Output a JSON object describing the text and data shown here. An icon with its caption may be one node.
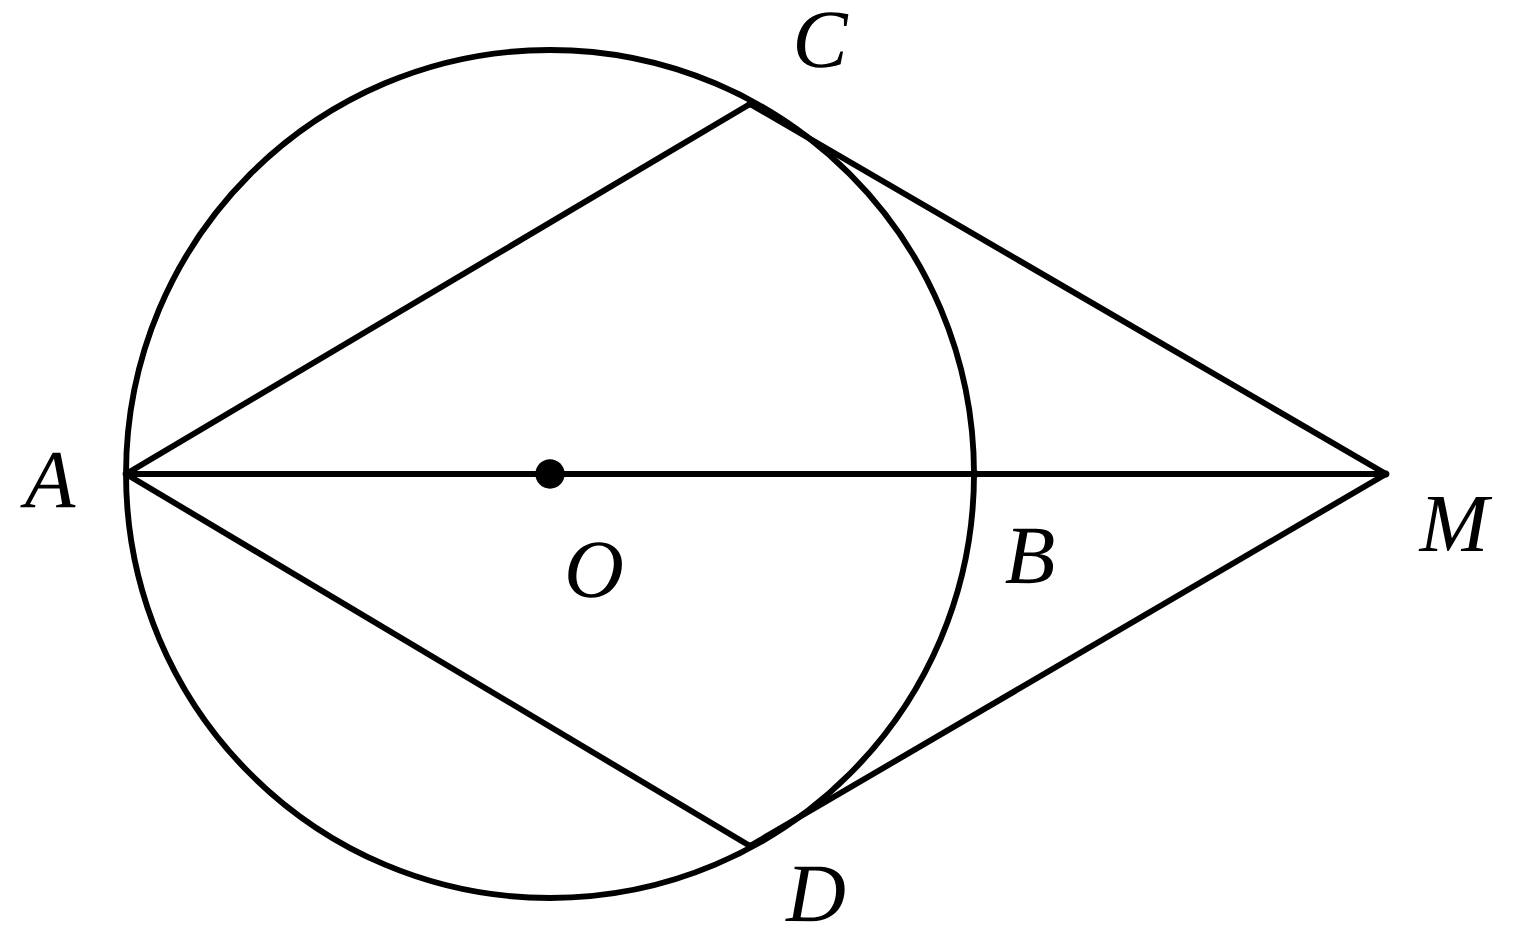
{
  "diagram": {
    "nodes": [
      {
        "text": [
          "C"
        ]
      },
      {
        "text": [
          "A"
        ]
      },
      {
        "text": [
          "O"
        ]
      },
      {
        "text": [
          "B"
        ]
      },
      {
        "text": [
          "M"
        ]
      },
      {
        "text": [
          "D"
        ]
      }
    ],
    "edges": [
      {
        "from": 1,
        "to": 0,
        "arrow": "none"
      },
      {
        "from": 1,
        "to": 5,
        "arrow": "none"
      },
      {
        "from": 1,
        "to": 2,
        "arrow": "none"
      },
      {
        "from": 2,
        "to": 3,
        "arrow": "none"
      },
      {
        "from": 3,
        "to": 4,
        "arrow": "none"
      },
      {
        "from": 0,
        "to": 4,
        "arrow": "none"
      },
      {
        "from": 5,
        "to": 4,
        "arrow": "none"
      }
    ]
  }
}
